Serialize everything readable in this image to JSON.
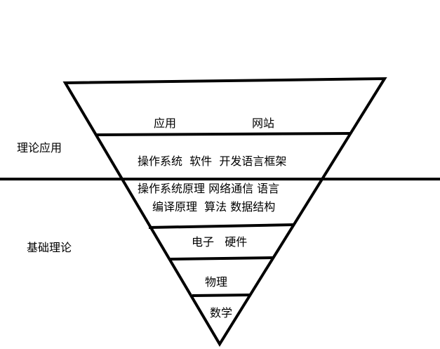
{
  "colors": {
    "stroke": "#000000",
    "background": "#ffffff"
  },
  "side_labels": {
    "applied": "理论应用",
    "fundamental": "基础理论"
  },
  "layers": {
    "top": {
      "left": "应用",
      "right": "网站"
    },
    "second": "操作系统  软件  开发语言框架",
    "third_line1": "操作系统原理 网络通信 语言",
    "third_line2": "编译原理  算法 数据结构",
    "fourth": "电子   硬件",
    "fifth": "物理",
    "bottom": "数学"
  }
}
